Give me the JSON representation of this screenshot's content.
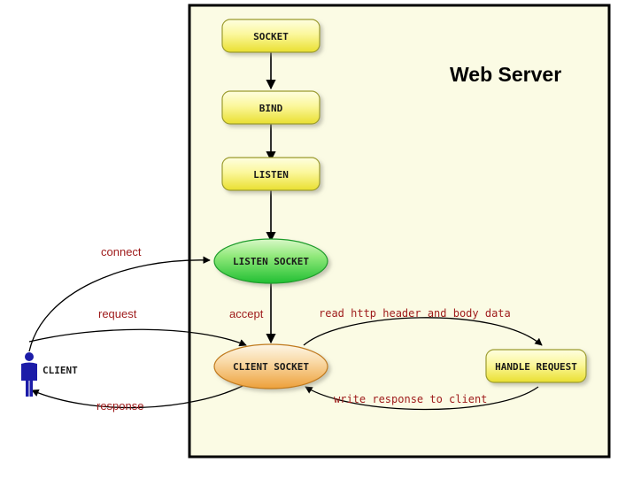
{
  "diagram": {
    "title": "Web Server",
    "actor": {
      "label": "CLIENT",
      "icon": "person-icon",
      "color": "#1c1ca8"
    },
    "server_panel": {
      "background": "#fbfbe4",
      "border_color": "#000000"
    },
    "nodes": [
      {
        "id": "socket",
        "label": "SOCKET",
        "shape": "rounded-rect",
        "fill_top": "#fdfdc0",
        "fill_bottom": "#ebe23c"
      },
      {
        "id": "bind",
        "label": "BIND",
        "shape": "rounded-rect",
        "fill_top": "#fdfdc0",
        "fill_bottom": "#ebe23c"
      },
      {
        "id": "listen",
        "label": "LISTEN",
        "shape": "rounded-rect",
        "fill_top": "#fdfdc0",
        "fill_bottom": "#ebe23c"
      },
      {
        "id": "listen-socket",
        "label": "LISTEN SOCKET",
        "shape": "ellipse",
        "fill_top": "#d3f5c0",
        "fill_bottom": "#28c23a"
      },
      {
        "id": "client-socket",
        "label": "CLIENT SOCKET",
        "shape": "ellipse",
        "fill_top": "#fbf0d8",
        "fill_bottom": "#efa43c"
      },
      {
        "id": "handle-request",
        "label": "HANDLE REQUEST",
        "shape": "rounded-rect",
        "fill_top": "#fdfdc0",
        "fill_bottom": "#ebe23c"
      }
    ],
    "edges": [
      {
        "id": "connect",
        "label": "connect",
        "from": "client",
        "to": "listen-socket",
        "font": "sans",
        "color": "#9e1a1a"
      },
      {
        "id": "request",
        "label": "request",
        "from": "client",
        "to": "client-socket",
        "font": "sans",
        "color": "#9e1a1a"
      },
      {
        "id": "response",
        "label": "response",
        "from": "client-socket",
        "to": "client",
        "font": "sans",
        "color": "#9e1a1a"
      },
      {
        "id": "accept",
        "label": "accept",
        "from": "listen-socket",
        "to": "client-socket",
        "font": "sans",
        "color": "#9e1a1a"
      },
      {
        "id": "read",
        "label": "read http header and body data",
        "from": "client-socket",
        "to": "handle-request",
        "font": "mono",
        "color": "#9e1a1a"
      },
      {
        "id": "write",
        "label": "write response to client",
        "from": "handle-request",
        "to": "client-socket",
        "font": "mono",
        "color": "#9e1a1a"
      },
      {
        "id": "socket-bind",
        "label": "",
        "from": "socket",
        "to": "bind",
        "font": "none",
        "color": "#000000"
      },
      {
        "id": "bind-listen",
        "label": "",
        "from": "bind",
        "to": "listen",
        "font": "none",
        "color": "#000000"
      },
      {
        "id": "listen-ls",
        "label": "",
        "from": "listen",
        "to": "listen-socket",
        "font": "none",
        "color": "#000000"
      }
    ]
  }
}
